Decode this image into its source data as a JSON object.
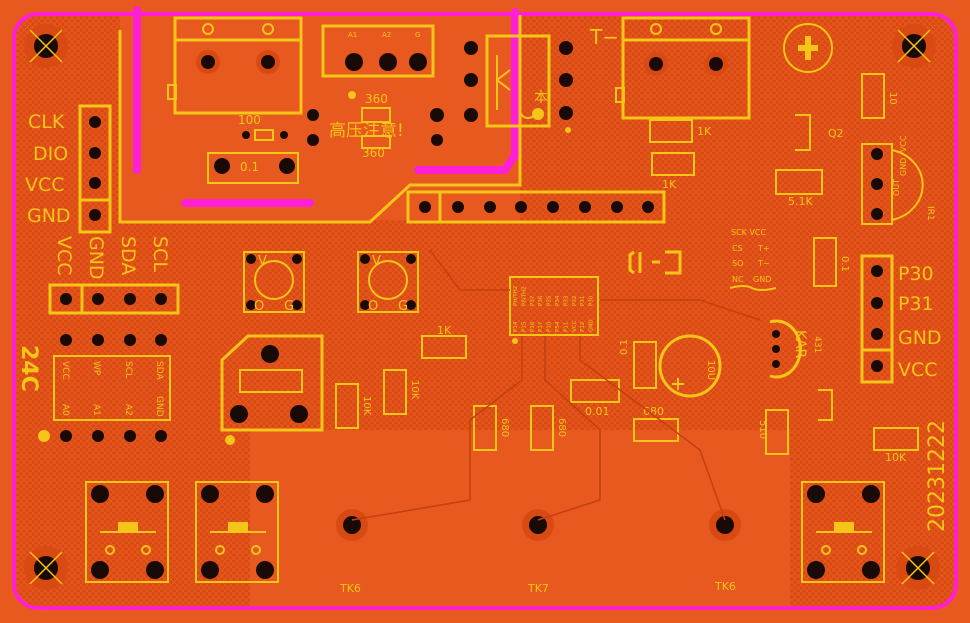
{
  "colors": {
    "board": "#e8591f",
    "copper": "#d94a12",
    "silk": "#f5c518",
    "outline": "#ff1fd6",
    "pad": "#1a0a05",
    "via": "#2a0a00"
  },
  "header_left": {
    "clk": "CLK",
    "dio": "DIO",
    "vcc": "VCC",
    "gnd": "GND"
  },
  "header_i2c": {
    "vcc": "VCC",
    "gnd": "GND",
    "sda": "SDA",
    "scl": "SCL"
  },
  "header_right": {
    "p30": "P30",
    "p31": "P31",
    "gnd": "GND",
    "vcc": "VCC"
  },
  "eeprom": {
    "name": "24C",
    "vcc": "VCC",
    "wp": "WP",
    "scl": "SCL",
    "sda": "SDA",
    "a0": "A0",
    "a1": "A1",
    "a2": "A2",
    "gnd": "GND"
  },
  "warning_text": "高压注意!",
  "relay": {
    "a1": "A1",
    "a2": "A2",
    "g": "G"
  },
  "thermo_header": {
    "sck_vcc": "SCK VCC",
    "cs": "CS",
    "tplus": "T+",
    "so": "SO",
    "tminus": "T−",
    "nc": "NC",
    "gnd": "GND"
  },
  "labels": {
    "r100": "100",
    "c01": "0.1",
    "r360a": "360",
    "r360b": "360",
    "r1k_a": "1K",
    "r1k_b": "1K",
    "r1k_c": "1K",
    "r5k1": "5.1K",
    "r10": "10",
    "q2": "Q2",
    "ir": "IR1",
    "ir_out": "OUT",
    "ir_gnd": "GND",
    "ir_vcc": "VCC",
    "c01_right": "0.1",
    "c01_mid": "0.1",
    "c001": "0.01",
    "r680a": "680",
    "r680b": "680",
    "r680c": "680",
    "r10k_a": "10K",
    "r10k_b": "10K",
    "r10k_c": "10K",
    "r510": "510",
    "c10u": "10U",
    "tl431": "431",
    "kar": "KAR",
    "t_minus": "T−",
    "ben": "本",
    "date": "20231222",
    "tk6a": "TK6",
    "tk7": "TK7",
    "tk6b": "TK6",
    "led1": "V",
    "led1_o": "O",
    "led1_g": "G",
    "led2": "V",
    "led2_o": "O",
    "led2_g": "G"
  },
  "ic_pins_top": [
    "PH/TH2",
    "P8/TH2",
    "P37",
    "P36",
    "P35",
    "P34",
    "P33",
    "P32",
    "P31",
    "P30"
  ],
  "ic_pins_bottom": [
    "P14",
    "P15",
    "P16",
    "P17",
    "P10",
    "P54",
    "P11",
    "VCC",
    "P12",
    "GND"
  ]
}
